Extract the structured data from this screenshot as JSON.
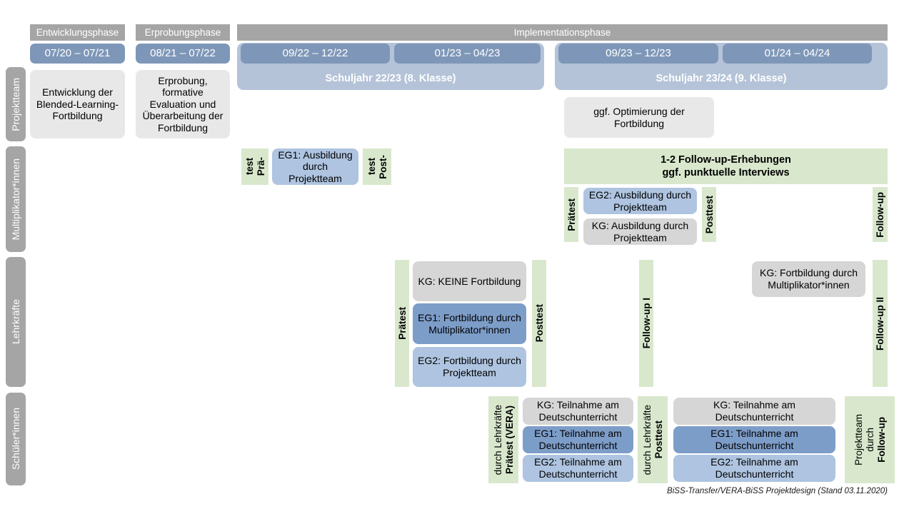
{
  "title": "BiSS-Transfer / VERA-BiSS Projektdesign",
  "colors": {
    "phase_header": "#a5a5a5",
    "period_chip": "#7e97b8",
    "school_year": "#b4c3d8",
    "row_label": "#a5a5a5",
    "green_test": "#d9e8cd",
    "box_grey_light": "#e8e8e8",
    "box_grey": "#d6d6d6",
    "box_eg1": "#7d9dc9",
    "box_eg2": "#aec4e0"
  },
  "phases": [
    {
      "label": "Entwicklungsphase"
    },
    {
      "label": "Erprobungsphase"
    },
    {
      "label": "Implementationsphase"
    }
  ],
  "periods": [
    {
      "label": "07/20 – 07/21"
    },
    {
      "label": "08/21 – 07/22"
    },
    {
      "label": "09/22 – 12/22"
    },
    {
      "label": "01/23 – 04/23"
    },
    {
      "label": "09/23 – 12/23"
    },
    {
      "label": "01/24 – 04/24"
    }
  ],
  "school_years": [
    {
      "label": "Schuljahr 22/23 (8. Klasse)"
    },
    {
      "label": "Schuljahr 23/24 (9. Klasse)"
    }
  ],
  "rows": [
    {
      "label": "Projektteam"
    },
    {
      "label": "Multiplikator*innen"
    },
    {
      "label": "Lehrkräfte"
    },
    {
      "label": "Schüler*innen"
    }
  ],
  "projektteam": {
    "box1": "Entwicklung der Blended-Learning-Fortbildung",
    "box2": "Erprobung, formative Evaluation und Überarbeitung der Fortbildung",
    "box3": "ggf. Optimierung der Fortbildung"
  },
  "multiplikatoren": {
    "pre_line1": "Prä-",
    "pre_line2": "test",
    "post_line1": "Post-",
    "post_line2": "test",
    "eg1_box": "EG1: Ausbildung durch Projektteam",
    "banner_line1": "1-2 Follow-up-Erhebungen",
    "banner_line2": "ggf. punktuelle Interviews",
    "praetest": "Prätest",
    "posttest": "Posttest",
    "followup": "Follow-up",
    "eg2_box": "EG2:  Ausbildung durch Projektteam",
    "kg_box": "KG: Ausbildung durch Projektteam"
  },
  "lehrkraefte": {
    "praetest": "Prätest",
    "posttest": "Posttest",
    "followup1": "Follow-up I",
    "followup2": "Follow-up II",
    "kg_box": "KG:  KEINE Fortbildung",
    "eg1_box": "EG1: Fortbildung durch Multiplikator*innen",
    "eg2_box": "EG2: Fortbildung durch Projektteam",
    "kg_box2": "KG: Fortbildung durch Multiplikator*innen"
  },
  "schueler": {
    "praetest_bold": "Prätest (VERA)",
    "praetest_sub": "durch Lehrkräfte",
    "posttest_bold": "Posttest",
    "posttest_sub": "durch Lehrkräfte",
    "followup_bold": "Follow-up",
    "followup_sub1": "durch",
    "followup_sub2": "Projektteam",
    "pre_kg": "KG: Teilnahme am Deutschunterricht",
    "pre_eg1": "EG1: Teilnahme am Deutschunterricht",
    "pre_eg2": "EG2: Teilnahme am Deutschunterricht",
    "post_kg": "KG: Teilnahme am Deutschunterricht",
    "post_eg1": "EG1: Teilnahme am Deutschunterricht",
    "post_eg2": "EG2: Teilnahme am Deutschunterricht"
  },
  "footnote": "BiSS-Transfer/VERA-BiSS Projektdesign (Stand 03.11.2020)"
}
